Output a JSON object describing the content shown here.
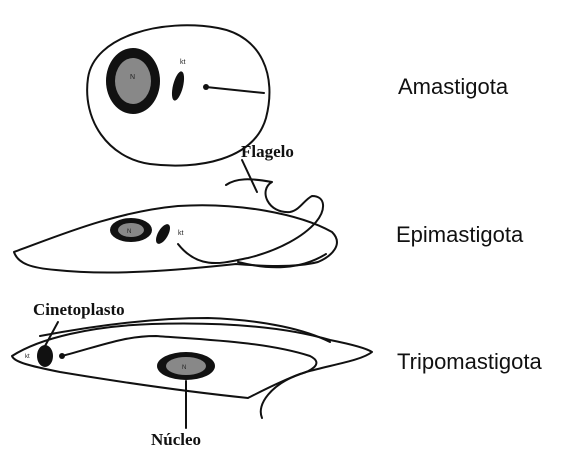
{
  "forms": {
    "amastigota": "Amastigota",
    "epimastigota": "Epimastigota",
    "tripomastigota": "Tripomastigota"
  },
  "callouts": {
    "flagelo": "Flagelo",
    "cinetoplasto": "Cinetoplasto",
    "nucleo": "Núcleo"
  },
  "small_labels": {
    "nucleus": "N",
    "kinetoplast": "kt"
  },
  "colors": {
    "ink": "#111111",
    "nucleus_fill": "#888888"
  }
}
